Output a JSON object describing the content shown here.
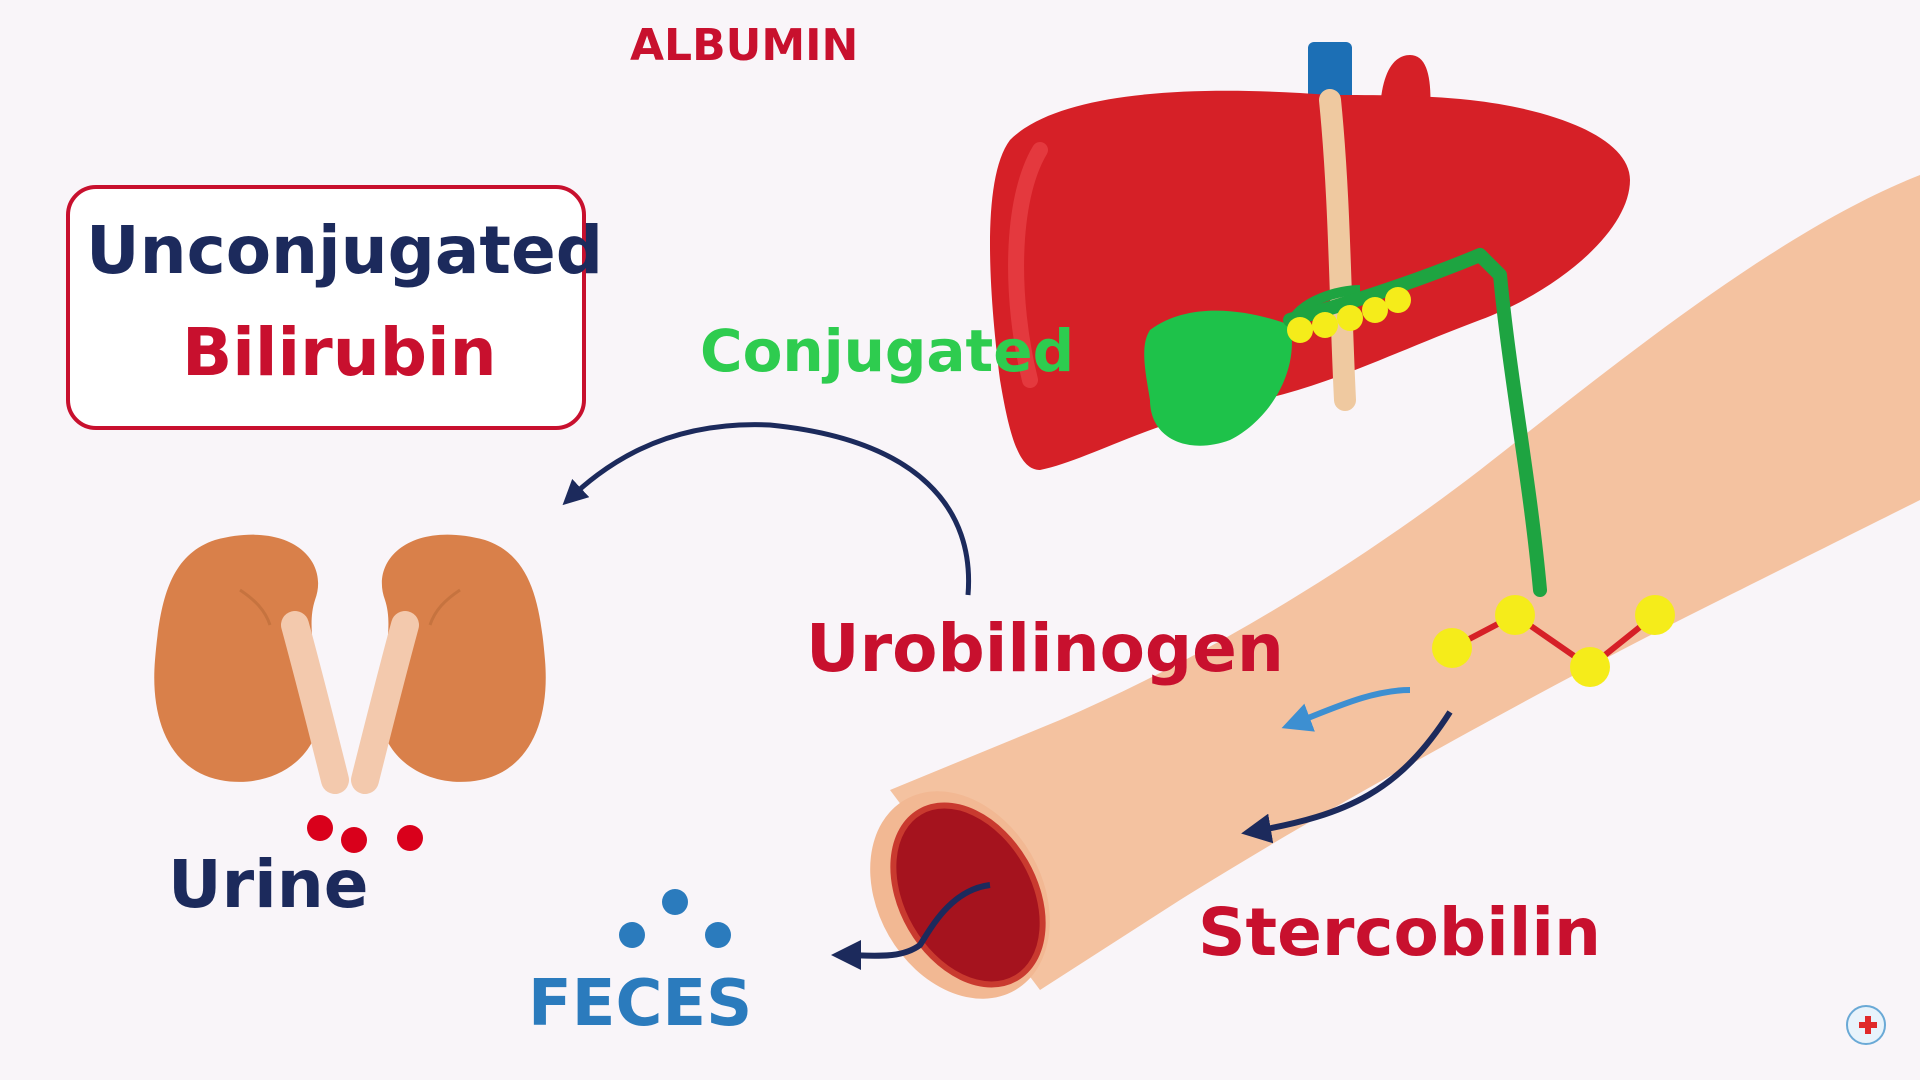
{
  "labels": {
    "albumin": "ALBUMIN",
    "unconjugated": "Unconjugated",
    "bilirubin": "Bilirubin",
    "conjugated": "Conjugated",
    "urobilinogen": "Urobilinogen",
    "urine": "Urine",
    "feces": "FECES",
    "stercobilin": "Stercobilin"
  },
  "colors": {
    "red_text": "#c8102e",
    "navy_text": "#1c2a5c",
    "green_text": "#2ecc4f",
    "blue_text": "#2b7bbd",
    "liver": "#d62027",
    "gallbladder": "#1ec24a",
    "kidney": "#d9804a",
    "intestine": "#f4c2a0",
    "bilirubin_bead": "#f5ec1a"
  },
  "icons": [
    "liver-icon",
    "gallbladder-icon",
    "kidney-icon",
    "intestine-icon",
    "logo-icon"
  ]
}
